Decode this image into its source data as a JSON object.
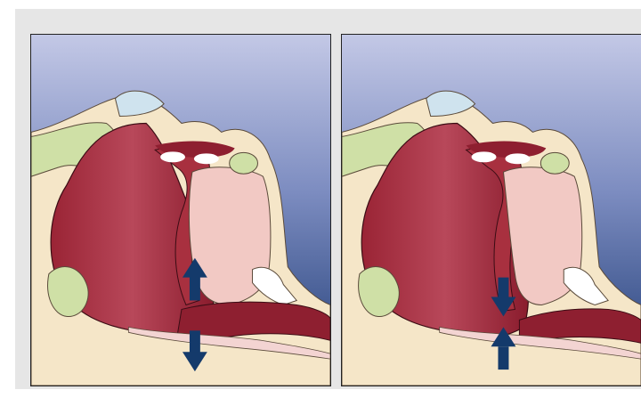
{
  "figure": {
    "panels": [
      {
        "state": "open-airway",
        "arrows": "outward"
      },
      {
        "state": "collapsed-airway",
        "arrows": "inward"
      }
    ]
  },
  "colors": {
    "sky_top": "#bfc4e3",
    "sky_bottom": "#1f3f78",
    "skin": "#f5e6c8",
    "muscle": "#8e1f30",
    "muscle_light": "#b6404f",
    "bone": "#cfe0a6",
    "cavity": "#f2c9c4",
    "tissue": "#f3d4d2",
    "cartilage": "#cfe3ee",
    "arrow": "#143a6b",
    "frame": "#e6e6e6"
  }
}
